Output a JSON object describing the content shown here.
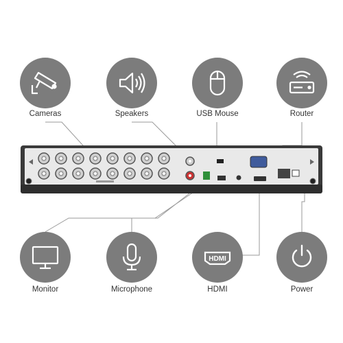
{
  "top_items": [
    {
      "label": "Cameras",
      "icon": "camera-icon"
    },
    {
      "label": "Speakers",
      "icon": "speaker-icon"
    },
    {
      "label": "USB Mouse",
      "icon": "mouse-icon"
    },
    {
      "label": "Router",
      "icon": "router-icon"
    }
  ],
  "bottom_items": [
    {
      "label": "Monitor",
      "icon": "monitor-icon"
    },
    {
      "label": "Microphone",
      "icon": "microphone-icon"
    },
    {
      "label": "HDMI",
      "icon": "hdmi-icon"
    },
    {
      "label": "Power",
      "icon": "power-icon"
    }
  ],
  "device": {
    "hdmi_badge": "HDMI"
  },
  "colors": {
    "icon_circle": "#7c7c7c",
    "device_panel": "#e9e9e9",
    "device_frame": "#3a3a3a",
    "leader_line": "#9a9a9a"
  }
}
